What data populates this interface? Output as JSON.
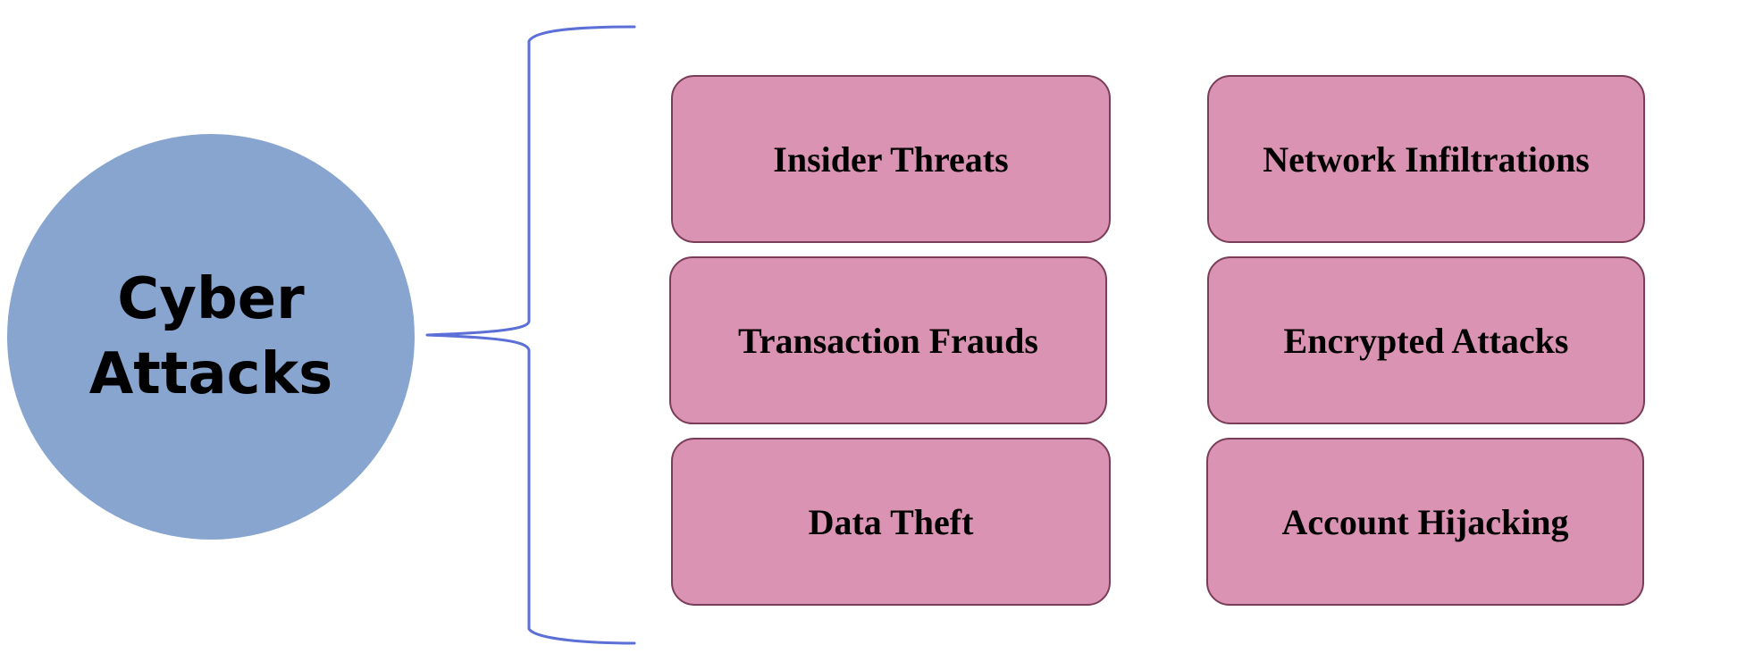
{
  "center": {
    "line1": "Cyber",
    "line2": "Attacks"
  },
  "categories": [
    "Insider Threats",
    "Network Infiltrations",
    "Transaction Frauds",
    "Encrypted Attacks",
    "Data Theft",
    "Account Hijacking"
  ],
  "colors": {
    "circle": "#88a5d0",
    "box_fill": "#db93b4",
    "box_border": "#7a3d58",
    "brace": "#5b6fd6"
  }
}
